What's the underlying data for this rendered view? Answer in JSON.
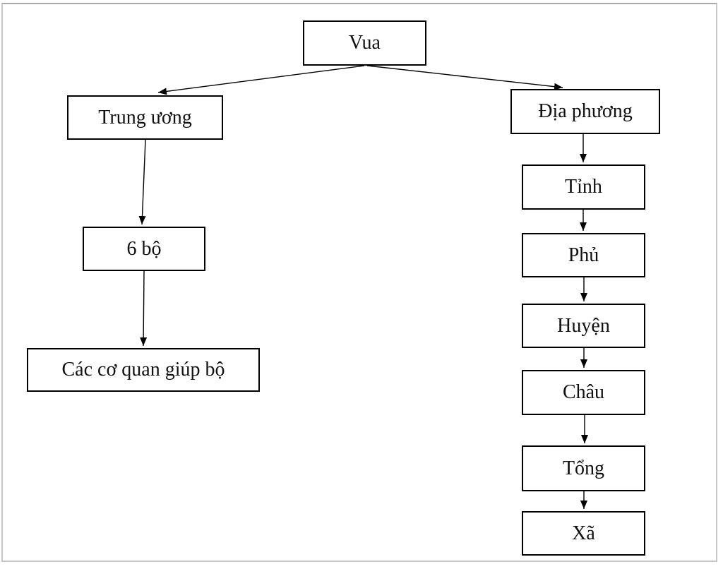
{
  "diagram": {
    "type": "flowchart",
    "nodes": {
      "vua": {
        "label": "Vua"
      },
      "trung_uong": {
        "label": "Trung ương"
      },
      "dia_phuong": {
        "label": "Địa phương"
      },
      "sau_bo": {
        "label": "6 bộ"
      },
      "co_quan": {
        "label": "Các cơ quan giúp bộ"
      },
      "tinh": {
        "label": "Tỉnh"
      },
      "phu": {
        "label": "Phủ"
      },
      "huyen": {
        "label": "Huyện"
      },
      "chau": {
        "label": "Châu"
      },
      "tong": {
        "label": "Tổng"
      },
      "xa": {
        "label": "Xã"
      }
    },
    "edges": [
      {
        "from": "Vua",
        "to": "Trung ương"
      },
      {
        "from": "Vua",
        "to": "Địa phương"
      },
      {
        "from": "Trung ương",
        "to": "6 bộ"
      },
      {
        "from": "6 bộ",
        "to": "Các cơ quan giúp bộ"
      },
      {
        "from": "Địa phương",
        "to": "Tỉnh"
      },
      {
        "from": "Tỉnh",
        "to": "Phủ"
      },
      {
        "from": "Phủ",
        "to": "Huyện"
      },
      {
        "from": "Huyện",
        "to": "Châu"
      },
      {
        "from": "Châu",
        "to": "Tổng"
      },
      {
        "from": "Tổng",
        "to": "Xã"
      }
    ],
    "colors": {
      "box_border": "#000000",
      "arrow": "#000000",
      "text": "#111111",
      "background": "#ffffff",
      "frame_border": "#c6c6c6"
    }
  }
}
